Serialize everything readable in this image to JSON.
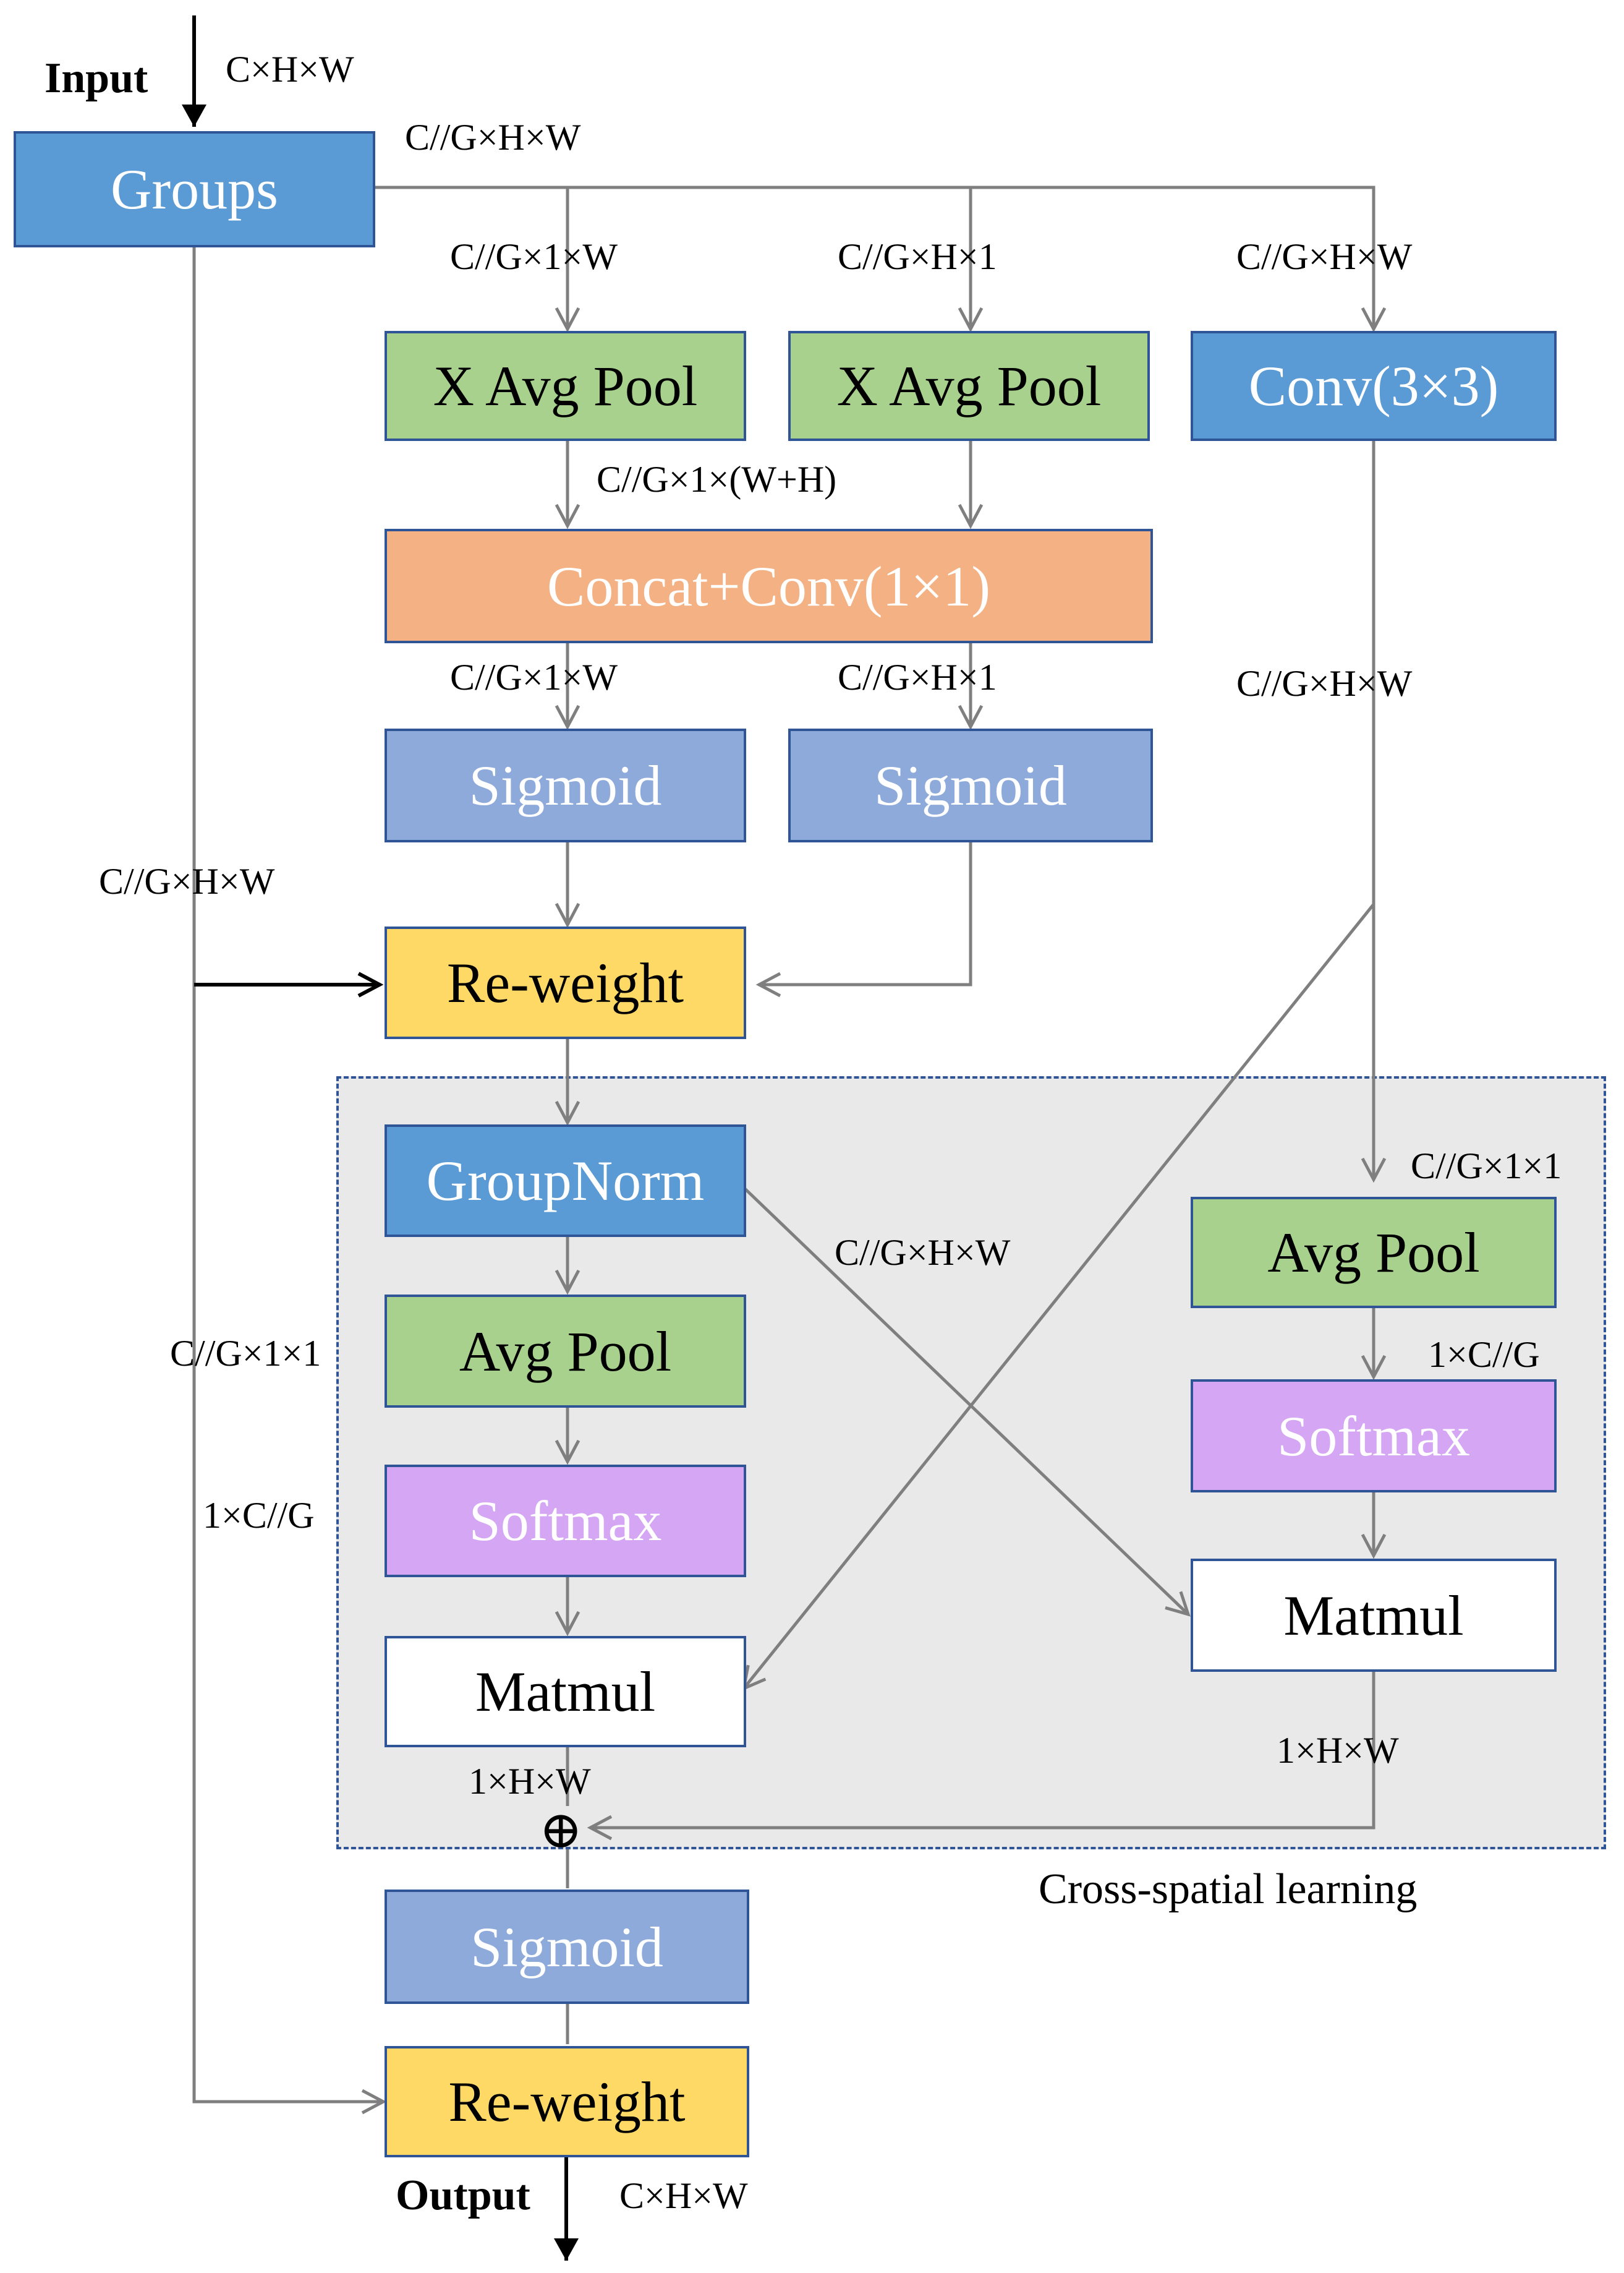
{
  "io": {
    "input_label": "Input",
    "output_label": "Output",
    "input_shape": "C×H×W",
    "output_shape": "C×H×W"
  },
  "boxes": {
    "groups": "Groups",
    "x_avg_pool_1": "X Avg Pool",
    "x_avg_pool_2": "X Avg Pool",
    "conv3x3": "Conv(3×3)",
    "concat_conv": "Concat+Conv(1×1)",
    "sigmoid_1": "Sigmoid",
    "sigmoid_2": "Sigmoid",
    "reweight_1": "Re-weight",
    "groupnorm": "GroupNorm",
    "avg_pool_left": "Avg Pool",
    "softmax_left": "Softmax",
    "matmul_left": "Matmul",
    "avg_pool_right": "Avg Pool",
    "softmax_right": "Softmax",
    "matmul_right": "Matmul",
    "sigmoid_out": "Sigmoid",
    "reweight_out": "Re-weight"
  },
  "shapes": {
    "groups_out": "C//G×H×W",
    "branch_w": "C//G×1×W",
    "branch_h": "C//G×H×1",
    "branch_conv": "C//G×H×W",
    "concat_in": "C//G×1×(W+H)",
    "split_w": "C//G×1×W",
    "split_h": "C//G×H×1",
    "conv_out": "C//G×H×W",
    "skip": "C//G×H×W",
    "cross_left": "C//G×H×W",
    "pool_right_in": "C//G×1×1",
    "pool_left_out": "C//G×1×1",
    "softmax_left_out": "1×C//G",
    "softmax_right_out": "1×C//G",
    "matmul_right_out": "1×H×W",
    "matmul_left_out": "1×H×W"
  },
  "operators": {
    "add": "⊕"
  },
  "region": {
    "caption": "Cross-spatial learning"
  },
  "colors": {
    "line": "#7f7f7f",
    "border": "#2f5597",
    "blue": "#5b9bd5",
    "light_blue": "#8eaadb",
    "green": "#a9d18e",
    "orange": "#f4b183",
    "yellow": "#ffd966",
    "purple": "#d5a6f4",
    "region_fill": "#e9e9e9"
  }
}
